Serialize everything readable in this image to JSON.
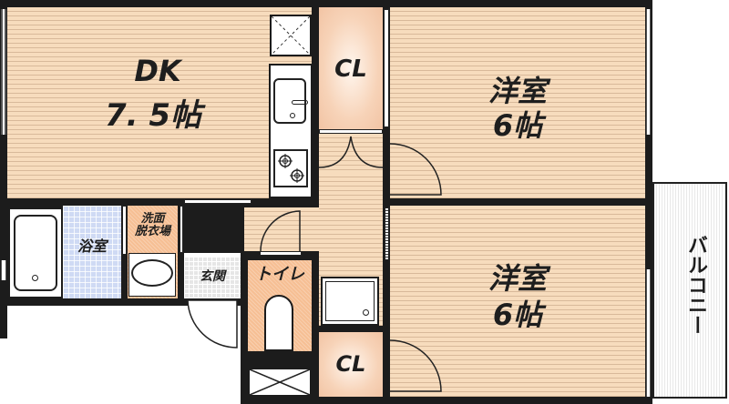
{
  "floorplan": {
    "rooms": {
      "dk": {
        "name": "DK",
        "size": "7. 5帖"
      },
      "closet_top": {
        "name": "CL"
      },
      "western_room_1": {
        "name": "洋室",
        "size": "6帖"
      },
      "western_room_2": {
        "name": "洋室",
        "size": "6帖"
      },
      "bathroom": {
        "name": "浴室"
      },
      "washroom": {
        "name_line1": "洗面",
        "name_line2": "脱衣場"
      },
      "entrance": {
        "name": "玄関"
      },
      "toilet": {
        "name": "トイレ"
      },
      "closet_bottom": {
        "name": "CL"
      },
      "balcony": {
        "name": "バルコニー"
      }
    },
    "colors": {
      "floor": "#f7dcbd",
      "wall": "#1c1c1c",
      "closet": "#f7d3b8",
      "toilet": "#f6bf94",
      "bathroom": "#cfdaf4",
      "entrance": "#e6e6e6"
    }
  }
}
